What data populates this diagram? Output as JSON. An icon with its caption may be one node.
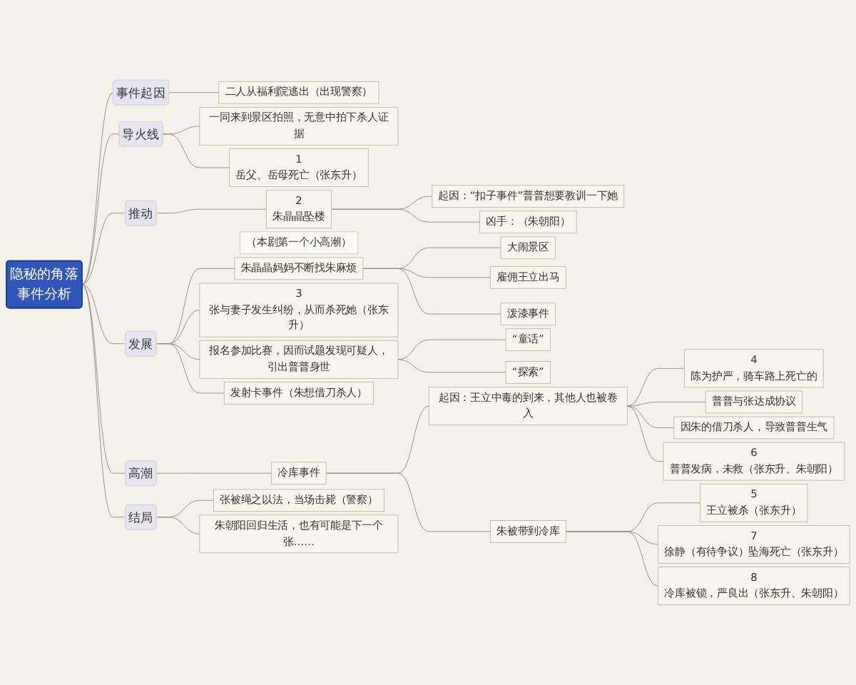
{
  "diagram": {
    "nodes": [
      {
        "text": [
          "隐秘的角落事件分析"
        ]
      },
      {
        "text": [
          "事件起因"
        ]
      },
      {
        "text": [
          "二人从福利院逃出（出现警察）"
        ]
      },
      {
        "text": [
          "导火线"
        ]
      },
      {
        "text": [
          "一同来到景区拍照，无意中拍下杀人证据"
        ]
      },
      {
        "text": [
          "1",
          "岳父、岳母死亡（张东升）"
        ]
      },
      {
        "text": [
          "推动"
        ]
      },
      {
        "text": [
          "2",
          "朱晶晶坠楼"
        ]
      },
      {
        "text": [
          "起因：“扣子事件”普普想要教训一下她"
        ]
      },
      {
        "text": [
          "凶手：（朱朝阳）"
        ]
      },
      {
        "text": [
          "（本剧第一个小高潮）"
        ]
      },
      {
        "text": [
          "发展"
        ]
      },
      {
        "text": [
          "朱晶晶妈妈不断找朱麻烦"
        ]
      },
      {
        "text": [
          "大闹景区"
        ]
      },
      {
        "text": [
          "雇佣王立出马"
        ]
      },
      {
        "text": [
          "泼漆事件"
        ]
      },
      {
        "text": [
          "3",
          "张与妻子发生纠纷，从而杀死她（张东升）"
        ]
      },
      {
        "text": [
          "报名参加比赛，因而试题发现可疑人，引出普普身世"
        ]
      },
      {
        "text": [
          "“童话”"
        ]
      },
      {
        "text": [
          "“探索”"
        ]
      },
      {
        "text": [
          "发射卡事件（朱想借刀杀人）"
        ]
      },
      {
        "text": [
          "高潮"
        ]
      },
      {
        "text": [
          "冷库事件"
        ]
      },
      {
        "text": [
          "起因：王立中毒的到来，其他人也被卷入"
        ]
      },
      {
        "text": [
          "4",
          "陈为护严，骑车路上死亡的"
        ]
      },
      {
        "text": [
          "普普与张达成协议"
        ]
      },
      {
        "text": [
          "因朱的借刀杀人，导致普普生气"
        ]
      },
      {
        "text": [
          "6",
          "普普发病，未救（张东升、朱朝阳）"
        ]
      },
      {
        "text": [
          "朱被带到冷库"
        ]
      },
      {
        "text": [
          "5",
          "王立被杀（张东升）"
        ]
      },
      {
        "text": [
          "7",
          "徐静（有待争议）坠海死亡（张东升）"
        ]
      },
      {
        "text": [
          "8",
          "冷库被锁，严良出（张东升、朱朝阳）"
        ]
      },
      {
        "text": [
          "结局"
        ]
      },
      {
        "text": [
          "张被绳之以法，当场击毙（警察）"
        ]
      },
      {
        "text": [
          "朱朝阳回归生活，也有可能是下一个张……"
        ]
      }
    ],
    "edges": [
      {
        "from": 0,
        "to": 1,
        "arrow": "none"
      },
      {
        "from": 1,
        "to": 2,
        "arrow": "none"
      },
      {
        "from": 0,
        "to": 3,
        "arrow": "none"
      },
      {
        "from": 3,
        "to": 4,
        "arrow": "none"
      },
      {
        "from": 3,
        "to": 5,
        "arrow": "none"
      },
      {
        "from": 0,
        "to": 6,
        "arrow": "none"
      },
      {
        "from": 6,
        "to": 7,
        "arrow": "none"
      },
      {
        "from": 7,
        "to": 8,
        "arrow": "none"
      },
      {
        "from": 7,
        "to": 9,
        "arrow": "none"
      },
      {
        "from": 0,
        "to": 11,
        "arrow": "none"
      },
      {
        "from": 11,
        "to": 12,
        "arrow": "none"
      },
      {
        "from": 12,
        "to": 13,
        "arrow": "none"
      },
      {
        "from": 12,
        "to": 14,
        "arrow": "none"
      },
      {
        "from": 12,
        "to": 15,
        "arrow": "none"
      },
      {
        "from": 11,
        "to": 16,
        "arrow": "none"
      },
      {
        "from": 11,
        "to": 17,
        "arrow": "none"
      },
      {
        "from": 17,
        "to": 18,
        "arrow": "none"
      },
      {
        "from": 17,
        "to": 19,
        "arrow": "none"
      },
      {
        "from": 11,
        "to": 20,
        "arrow": "none"
      },
      {
        "from": 0,
        "to": 21,
        "arrow": "none"
      },
      {
        "from": 21,
        "to": 22,
        "arrow": "none"
      },
      {
        "from": 22,
        "to": 23,
        "arrow": "none"
      },
      {
        "from": 23,
        "to": 24,
        "arrow": "none"
      },
      {
        "from": 23,
        "to": 25,
        "arrow": "none"
      },
      {
        "from": 23,
        "to": 26,
        "arrow": "none"
      },
      {
        "from": 23,
        "to": 27,
        "arrow": "none"
      },
      {
        "from": 22,
        "to": 28,
        "arrow": "none"
      },
      {
        "from": 28,
        "to": 29,
        "arrow": "none"
      },
      {
        "from": 28,
        "to": 30,
        "arrow": "none"
      },
      {
        "from": 28,
        "to": 31,
        "arrow": "none"
      },
      {
        "from": 0,
        "to": 32,
        "arrow": "none"
      },
      {
        "from": 32,
        "to": 33,
        "arrow": "none"
      },
      {
        "from": 32,
        "to": 34,
        "arrow": "none"
      }
    ]
  }
}
